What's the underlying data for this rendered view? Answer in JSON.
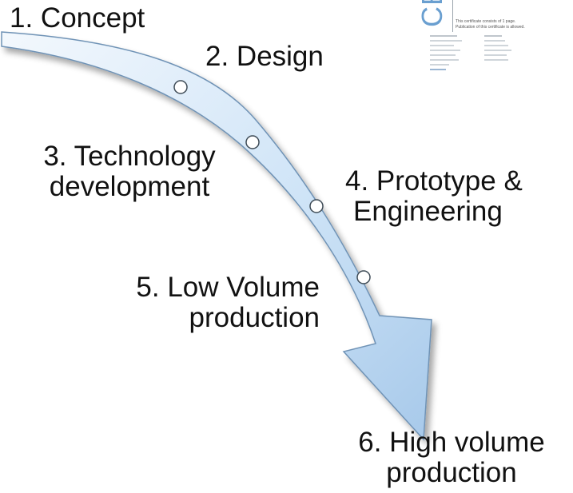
{
  "steps": [
    {
      "label_lines": [
        "1. Concept"
      ]
    },
    {
      "label_lines": [
        "2. Design"
      ]
    },
    {
      "label_lines": [
        "3. Technology",
        "development"
      ]
    },
    {
      "label_lines": [
        "4. Prototype &",
        "Engineering"
      ]
    },
    {
      "label_lines": [
        "5. Low Volume",
        "production"
      ]
    },
    {
      "label_lines": [
        "6. High volume",
        "production"
      ]
    }
  ],
  "certificate": {
    "logo_text": "CE",
    "caption_lines": [
      "This certificate consists of 1 page.",
      "Publication of this certificate is allowed."
    ]
  },
  "colors": {
    "arrow_light": "#f3f8fd",
    "arrow_mid": "#cfe4f7",
    "arrow_dark": "#a7c9ea",
    "arrow_stroke": "#6f93b6",
    "node_stroke": "#3d4a55",
    "cert_logo": "#6a9fd0"
  },
  "icons": [
    "milestone-node-icon"
  ]
}
